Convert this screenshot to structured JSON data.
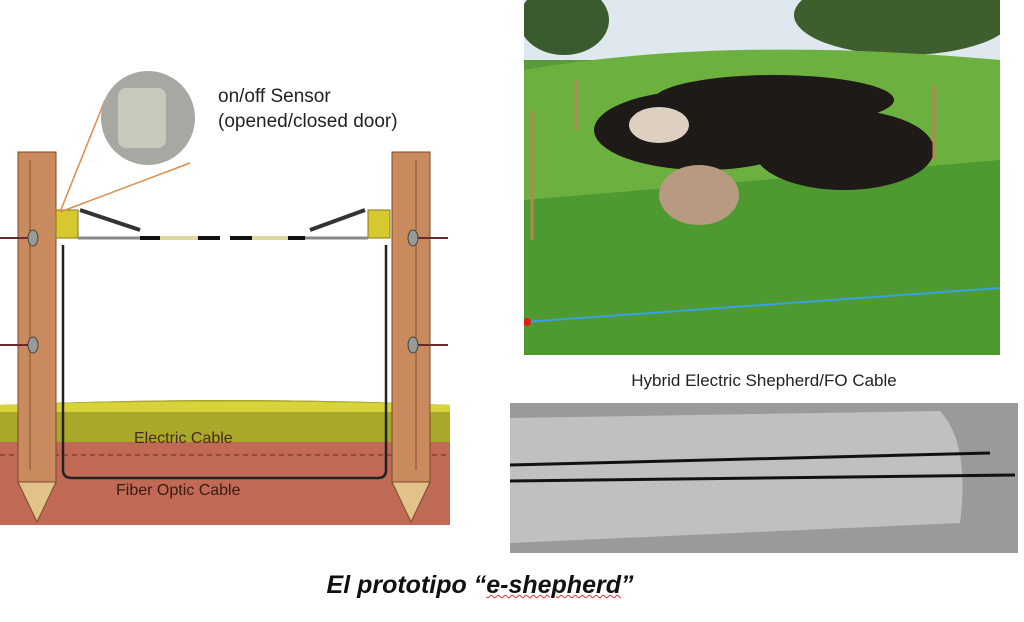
{
  "diagram": {
    "sensor_label_line1": "on/off Sensor",
    "sensor_label_line2": "(opened/closed door)",
    "electric_cable_label": "Electric Cable",
    "fiber_cable_label": "Fiber Optic Cable"
  },
  "cable_caption": "Hybrid Electric Shepherd/FO Cable",
  "title": {
    "prefix": "El prototipo “",
    "emphasis": "e-shepherd",
    "suffix": "”"
  }
}
